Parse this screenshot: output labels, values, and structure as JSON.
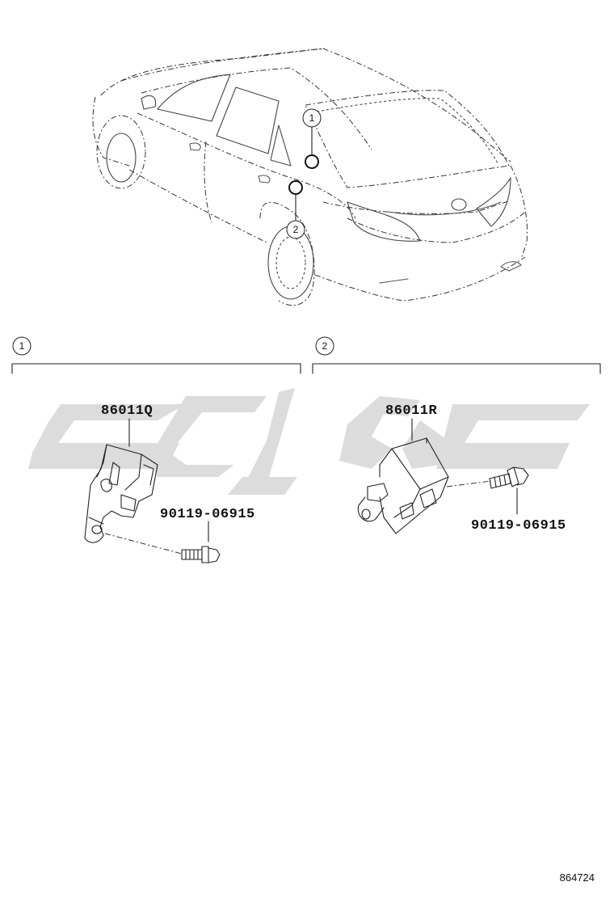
{
  "diagram": {
    "callouts": [
      {
        "id": "callout-1",
        "label": "1"
      },
      {
        "id": "callout-2",
        "label": "2"
      }
    ],
    "sections": [
      {
        "id": "section-1",
        "label": "1",
        "part_number": "86011Q",
        "bolt_number": "90119-06915"
      },
      {
        "id": "section-2",
        "label": "2",
        "part_number": "86011R",
        "bolt_number": "90119-06915"
      }
    ],
    "reference_number": "864724",
    "watermark": {
      "color": "#dcdcdc"
    },
    "colors": {
      "line": "#222222",
      "background": "#ffffff"
    }
  }
}
